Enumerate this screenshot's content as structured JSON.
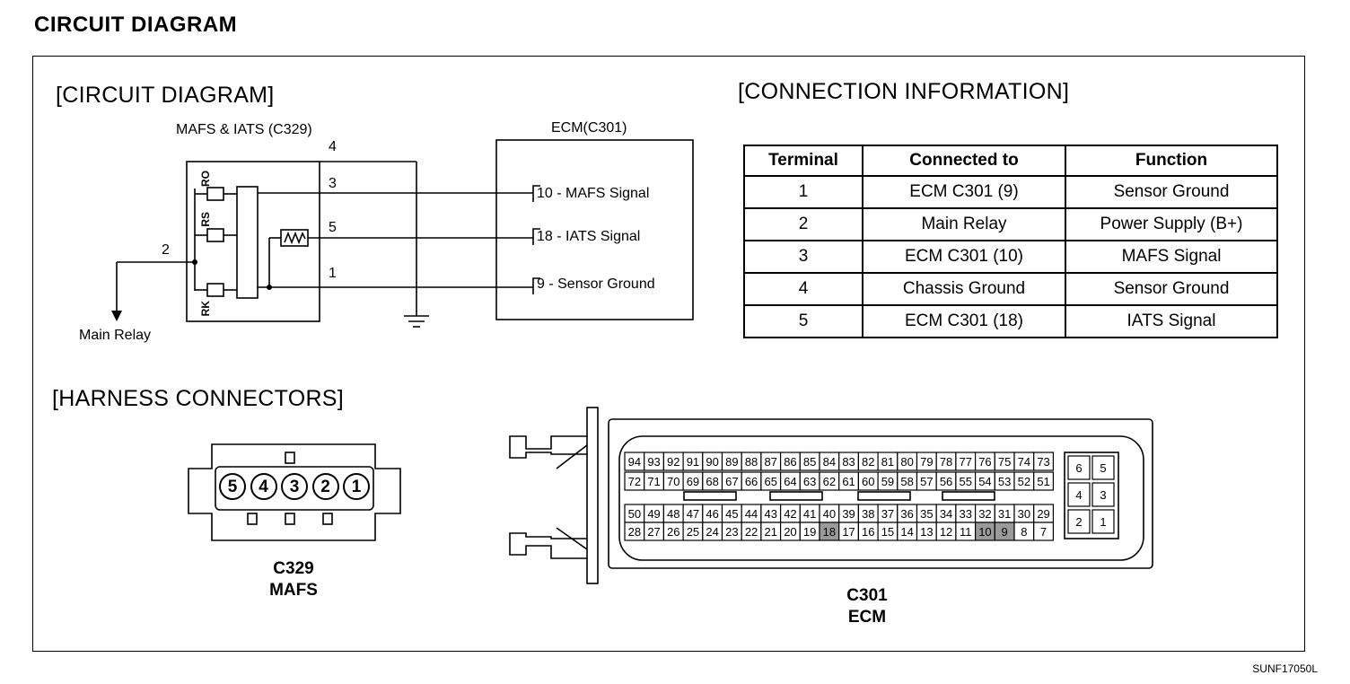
{
  "page_title": "CIRCUIT  DIAGRAM",
  "circuit": {
    "section_title": "[CIRCUIT DIAGRAM]",
    "mafs_label": "MAFS & IATS (C329)",
    "ecm_label": "ECM(C301)",
    "pins": [
      "4",
      "3",
      "5",
      "1",
      "2"
    ],
    "ecm_pins": [
      "10 - MAFS Signal",
      "18 - IATS Signal",
      "9 - Sensor Ground"
    ],
    "resistors": [
      "RO",
      "RS",
      "RK"
    ],
    "main_relay": "Main Relay"
  },
  "connection": {
    "section_title": "[CONNECTION INFORMATION]",
    "headers": [
      "Terminal",
      "Connected to",
      "Function"
    ],
    "rows": [
      [
        "1",
        "ECM C301 (9)",
        "Sensor Ground"
      ],
      [
        "2",
        "Main Relay",
        "Power Supply (B+)"
      ],
      [
        "3",
        "ECM C301 (10)",
        "MAFS Signal"
      ],
      [
        "4",
        "Chassis Ground",
        "Sensor Ground"
      ],
      [
        "5",
        "ECM C301 (18)",
        "IATS Signal"
      ]
    ]
  },
  "harness": {
    "section_title": "[HARNESS CONNECTORS]",
    "c329_pins": [
      "5",
      "4",
      "3",
      "2",
      "1"
    ],
    "c329_label_1": "C329",
    "c329_label_2": "MAFS",
    "c301_label_1": "C301",
    "c301_label_2": "ECM",
    "c301_row1": [
      "94",
      "93",
      "92",
      "91",
      "90",
      "89",
      "88",
      "87",
      "86",
      "85",
      "84",
      "83",
      "82",
      "81",
      "80",
      "79",
      "78",
      "77",
      "76",
      "75",
      "74",
      "73"
    ],
    "c301_row2": [
      "72",
      "71",
      "70",
      "69",
      "68",
      "67",
      "66",
      "65",
      "64",
      "63",
      "62",
      "61",
      "60",
      "59",
      "58",
      "57",
      "56",
      "55",
      "54",
      "53",
      "52",
      "51"
    ],
    "c301_row3": [
      "50",
      "49",
      "48",
      "47",
      "46",
      "45",
      "44",
      "43",
      "42",
      "41",
      "40",
      "39",
      "38",
      "37",
      "36",
      "35",
      "34",
      "33",
      "32",
      "31",
      "30",
      "29"
    ],
    "c301_row4": [
      "28",
      "27",
      "26",
      "25",
      "24",
      "23",
      "22",
      "21",
      "20",
      "19",
      "18",
      "17",
      "16",
      "15",
      "14",
      "13",
      "12",
      "11",
      "10",
      "9",
      "8",
      "7"
    ],
    "c301_small": [
      [
        "6",
        "5"
      ],
      [
        "4",
        "3"
      ],
      [
        "2",
        "1"
      ]
    ]
  },
  "figure_code": "SUNF17050L"
}
